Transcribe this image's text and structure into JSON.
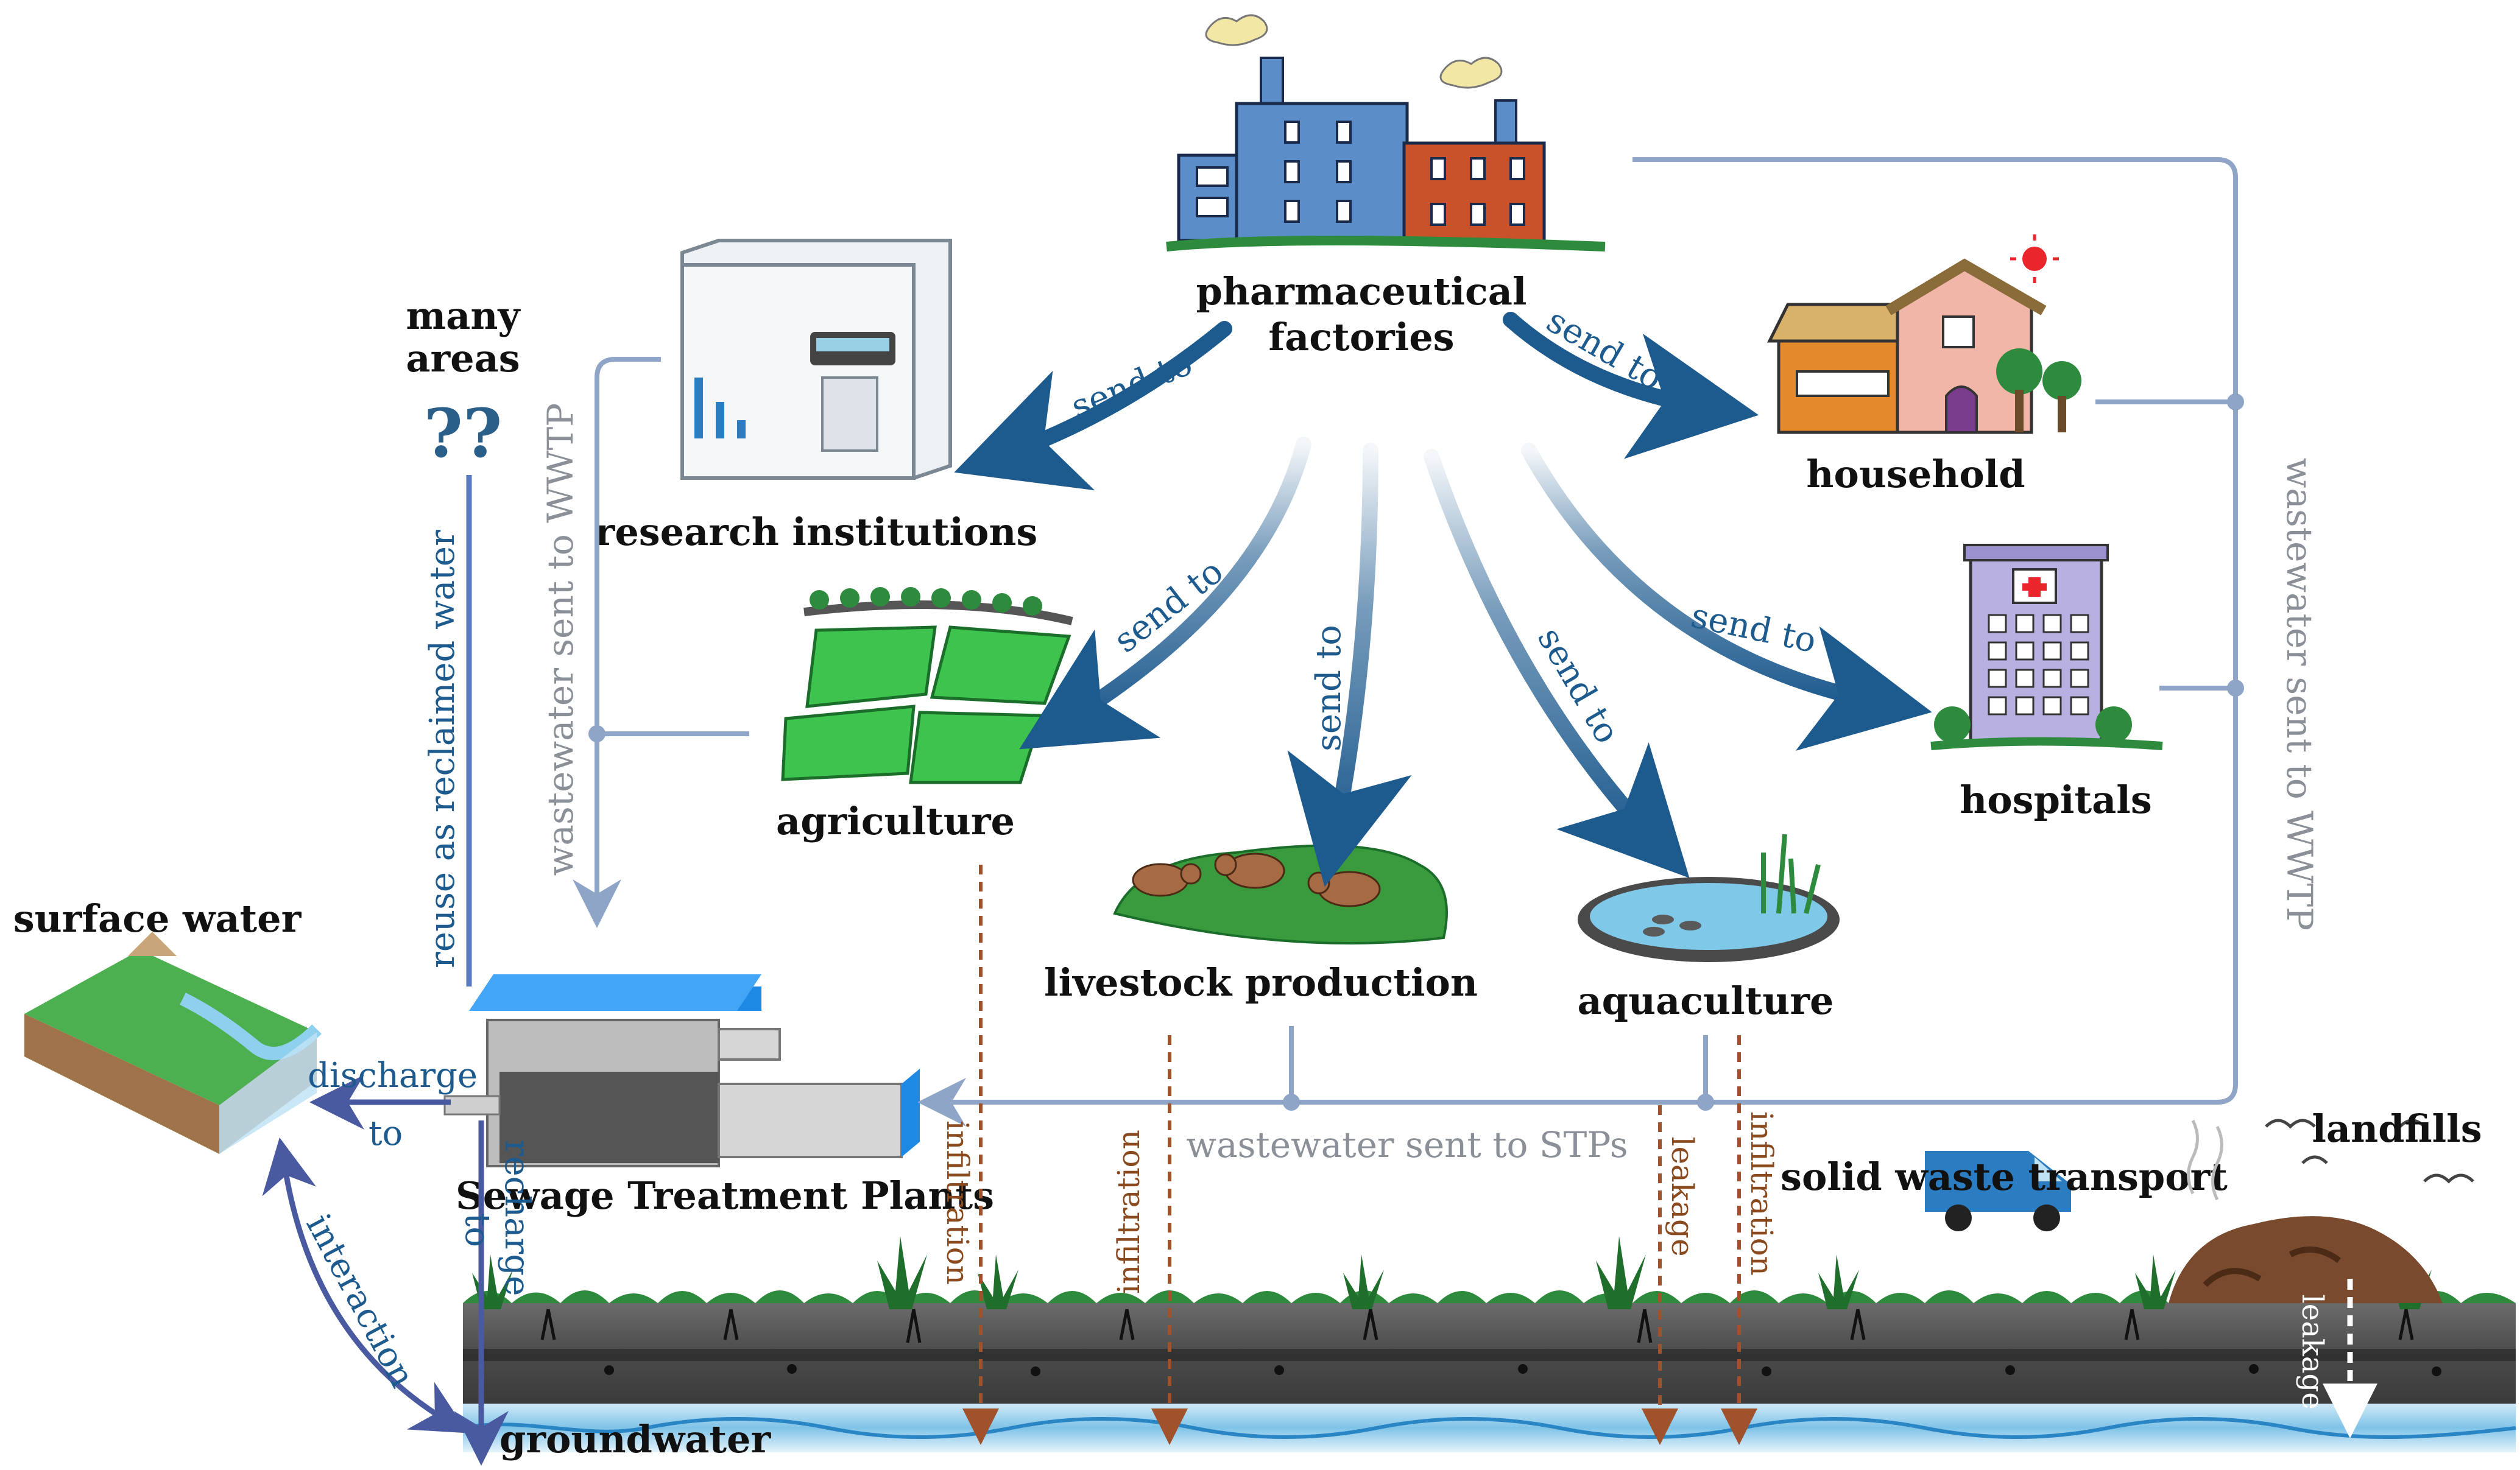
{
  "labels": {
    "pharmaceutical_factories": [
      "pharmaceutical",
      "factories"
    ],
    "research_institutions": "research institutions",
    "household": "household",
    "hospitals": "hospitals",
    "agriculture": "agriculture",
    "livestock_production": "livestock production",
    "aquaculture": "aquaculture",
    "many_areas": [
      "many",
      "areas"
    ],
    "surface_water": "surface water",
    "sewage_treatment_plants": "Sewage Treatment Plants",
    "groundwater": "groundwater",
    "landfills": "landfills",
    "solid_waste_transport": "solid waste transport"
  },
  "flows": {
    "send_to": "send to",
    "wastewater_wwtp": "wastewater sent to WWTP",
    "wastewater_stps": "wastewater sent to STPs",
    "reuse": "reuse as reclaimed water",
    "discharge": "discharge",
    "to": "to",
    "recharge": "recharge",
    "interaction": "interaction",
    "infiltration": "infiltration",
    "leakage": "leakage",
    "question": "??"
  },
  "colors": {
    "send_arrow": "#1d5a8e",
    "wwtp_line": "#8fa5c8",
    "seepage": "#a0522d",
    "soil": "#4a4a4a",
    "water": "#7fc3e8"
  }
}
